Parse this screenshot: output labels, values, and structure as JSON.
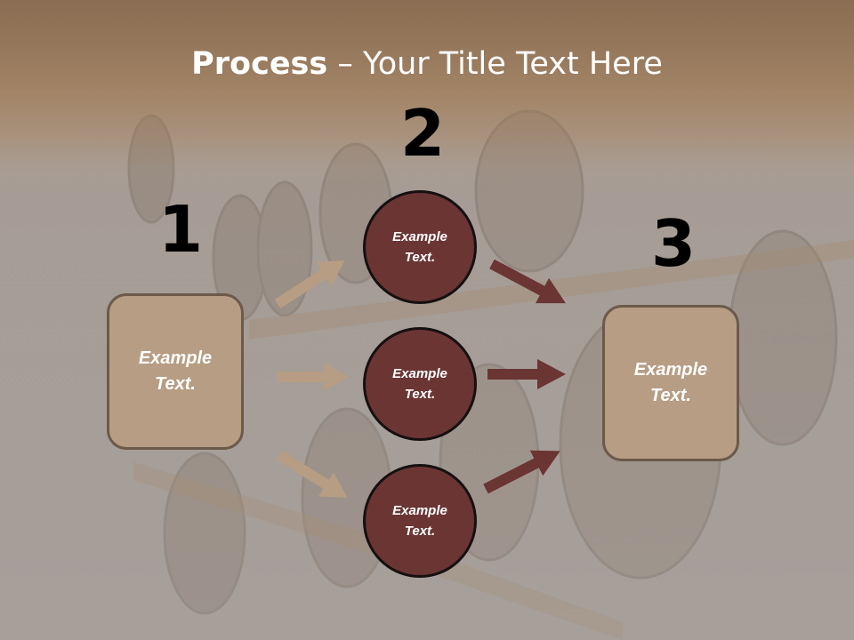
{
  "slide": {
    "title_bold": "Process",
    "title_rest": " – Your Title Text Here",
    "step_numbers": {
      "one": "1",
      "two": "2",
      "three": "3"
    },
    "left_box": {
      "text": "Example\nText."
    },
    "right_box": {
      "text": "Example\nText."
    },
    "circles": [
      {
        "text": "Example\nText."
      },
      {
        "text": "Example\nText."
      },
      {
        "text": "Example\nText."
      }
    ],
    "colors": {
      "box_fill": "#b69d83",
      "box_border": "#6b5a4a",
      "circle_fill": "#6b3534",
      "circle_border": "#151010",
      "arrow_left": "#b69d83",
      "arrow_right": "#6b3534",
      "title_band": "#9a7f66"
    },
    "background_image": "wine-barrels-photo"
  }
}
